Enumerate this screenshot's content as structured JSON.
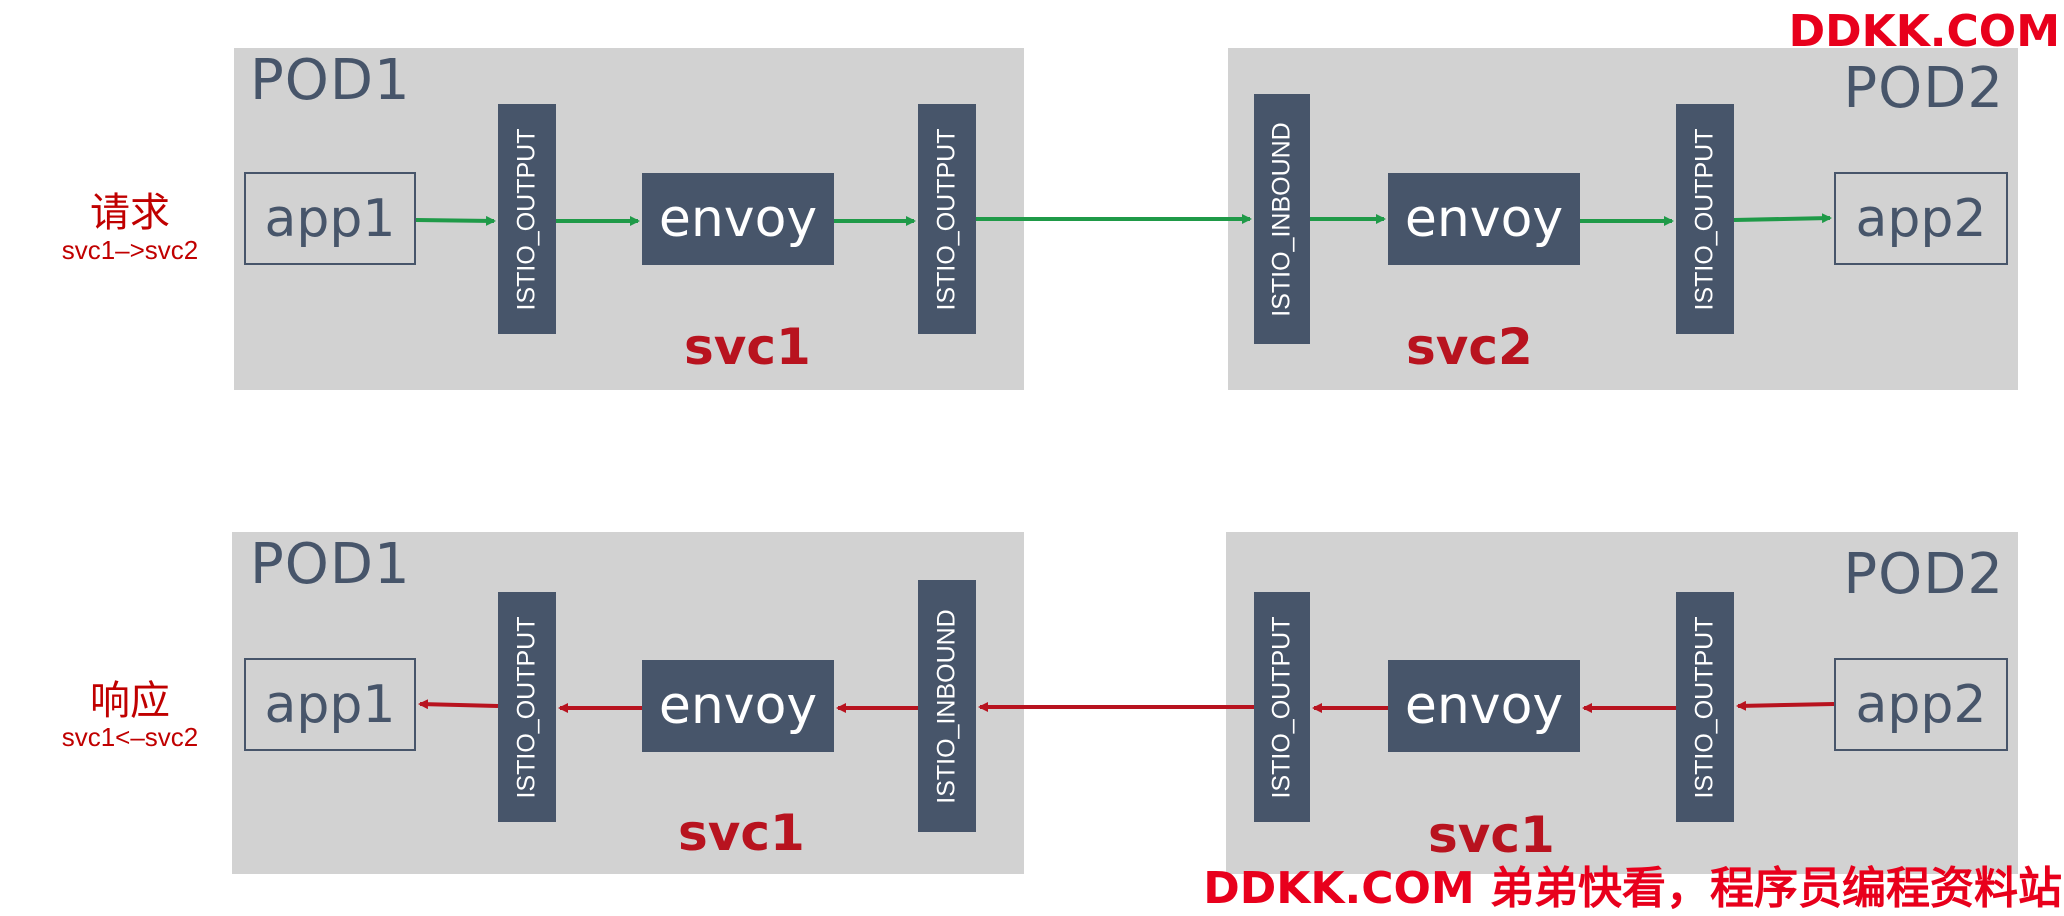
{
  "colors": {
    "pod_bg": "#d2d2d2",
    "node_dark": "#47556a",
    "request_arrow": "#1f9a48",
    "response_arrow": "#b8131f",
    "label_red": "#c00000",
    "watermark": "#e8001c"
  },
  "watermark_top": "DDKK.COM",
  "watermark_bottom": "DDKK.COM 弟弟快看，程序员编程资料站",
  "request": {
    "title": "请求",
    "subtitle": "svc1–>svc2",
    "pod1": {
      "title": "POD1",
      "app": "app1",
      "chain_left": "ISTIO_OUTPUT",
      "envoy": "envoy",
      "chain_right": "ISTIO_OUTPUT",
      "svc": "svc1"
    },
    "pod2": {
      "title": "POD2",
      "chain_left": "ISTIO_INBOUND",
      "envoy": "envoy",
      "chain_right": "ISTIO_OUTPUT",
      "app": "app2",
      "svc": "svc2"
    }
  },
  "response": {
    "title": "响应",
    "subtitle": "svc1<–svc2",
    "pod1": {
      "title": "POD1",
      "app": "app1",
      "chain_left": "ISTIO_OUTPUT",
      "envoy": "envoy",
      "chain_right": "ISTIO_INBOUND",
      "svc": "svc1"
    },
    "pod2": {
      "title": "POD2",
      "chain_left": "ISTIO_OUTPUT",
      "envoy": "envoy",
      "chain_right": "ISTIO_OUTPUT",
      "app": "app2",
      "svc": "svc1"
    }
  }
}
